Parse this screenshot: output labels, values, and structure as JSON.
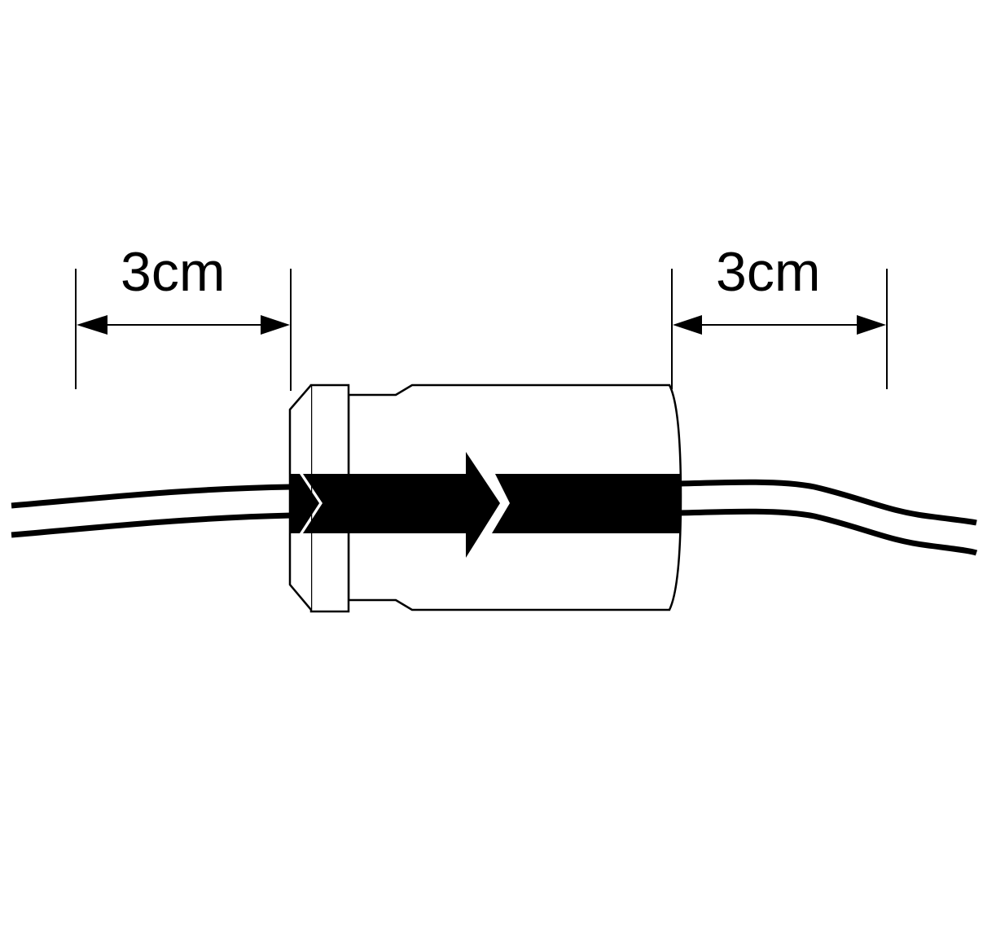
{
  "diagram": {
    "title": "",
    "colors": {
      "ink": "#000000",
      "background": "#ffffff"
    },
    "dimensions": {
      "left": {
        "label": "3cm"
      },
      "right": {
        "label": "3cm"
      }
    },
    "components": {
      "connector": "splice-sleeve",
      "flow_arrow": "direction-arrow-right",
      "left_wire": "wire-pair-left",
      "right_wire": "wire-pair-right"
    }
  }
}
